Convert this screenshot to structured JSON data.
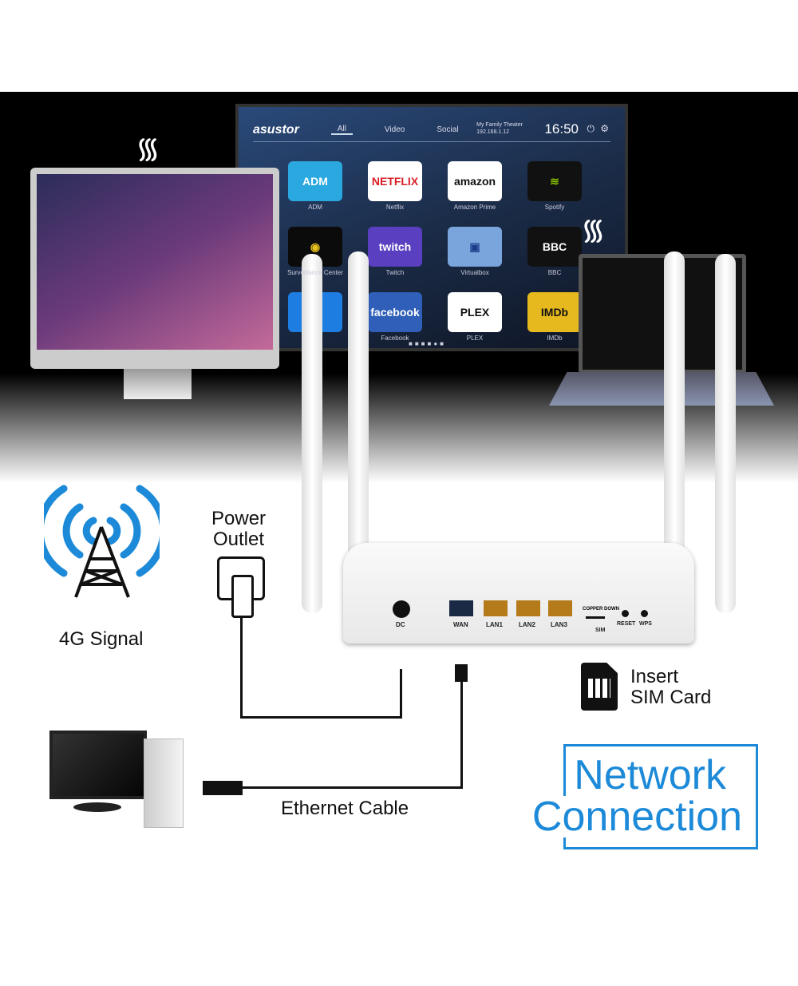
{
  "tv": {
    "brand": "asustor",
    "tabs": [
      "All",
      "Video",
      "Social"
    ],
    "device_name": "My Family Theater",
    "ip": "192.168.1.12",
    "time": "16:50",
    "apps": [
      {
        "icon": "ADM",
        "label": "ADM",
        "bg": "#2aa8e0",
        "fg": "#fff"
      },
      {
        "icon": "NETFLIX",
        "label": "Netflix",
        "bg": "#ffffff",
        "fg": "#d81f26"
      },
      {
        "icon": "amazon",
        "label": "Amazon Prime",
        "bg": "#ffffff",
        "fg": "#111"
      },
      {
        "icon": "≋",
        "label": "Spotify",
        "bg": "#111111",
        "fg": "#84bd00"
      },
      {
        "icon": "◉",
        "label": "Surveillance Center",
        "bg": "#0b0b0b",
        "fg": "#e8c21c"
      },
      {
        "icon": "twitch",
        "label": "Twitch",
        "bg": "#5a3fc0",
        "fg": "#fff"
      },
      {
        "icon": "▣",
        "label": "Virtualbox",
        "bg": "#7aa4dc",
        "fg": "#1b3e8a"
      },
      {
        "icon": "BBC",
        "label": "BBC",
        "bg": "#111111",
        "fg": "#fff"
      },
      {
        "icon": "",
        "label": "",
        "bg": "#1e7de0",
        "fg": "#fff"
      },
      {
        "icon": "facebook",
        "label": "Facebook",
        "bg": "#2f5fb8",
        "fg": "#fff"
      },
      {
        "icon": "PLEX",
        "label": "PLEX",
        "bg": "#ffffff",
        "fg": "#111"
      },
      {
        "icon": "IMDb",
        "label": "IMDb",
        "bg": "#e6b91e",
        "fg": "#111"
      }
    ]
  },
  "router": {
    "ports": [
      "DC",
      "WAN",
      "LAN1",
      "LAN2",
      "LAN3"
    ],
    "sim_hint": "COPPER DOWN",
    "sim_label": "SIM",
    "reset_label": "RESET",
    "wps_label": "WPS"
  },
  "labels": {
    "power_outlet": "Power\nOutlet",
    "signal": "4G Signal",
    "sim": "Insert\nSIM Card",
    "ethernet": "Ethernet Cable",
    "network_line1": "Network",
    "network_line2": "Connection"
  },
  "colors": {
    "accent": "#1c8ad8"
  }
}
